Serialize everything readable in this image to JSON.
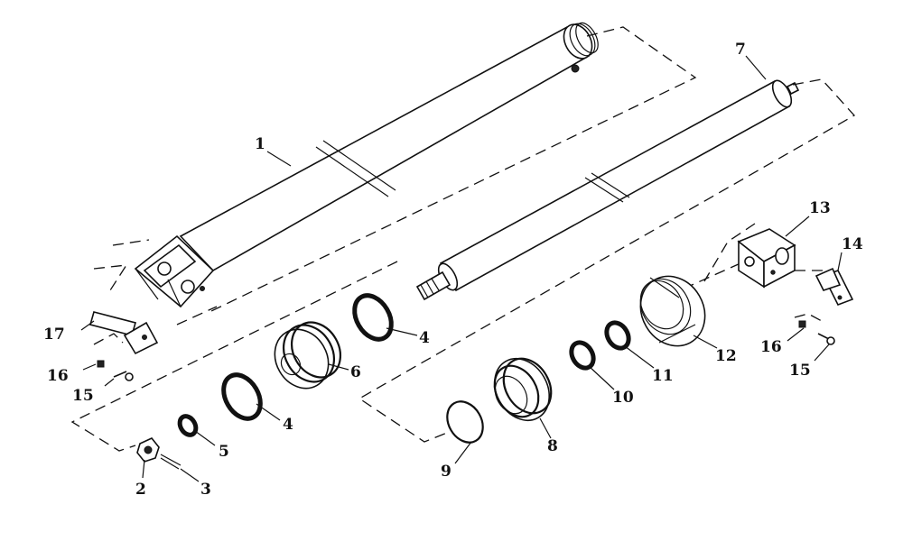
{
  "diagram": {
    "callouts": [
      {
        "id": "p1",
        "label": "1"
      },
      {
        "id": "p2",
        "label": "2"
      },
      {
        "id": "p3",
        "label": "3"
      },
      {
        "id": "p4a",
        "label": "4"
      },
      {
        "id": "p4b",
        "label": "4"
      },
      {
        "id": "p5",
        "label": "5"
      },
      {
        "id": "p6",
        "label": "6"
      },
      {
        "id": "p7",
        "label": "7"
      },
      {
        "id": "p8",
        "label": "8"
      },
      {
        "id": "p9",
        "label": "9"
      },
      {
        "id": "p10",
        "label": "10"
      },
      {
        "id": "p11",
        "label": "11"
      },
      {
        "id": "p12",
        "label": "12"
      },
      {
        "id": "p13",
        "label": "13"
      },
      {
        "id": "p14",
        "label": "14"
      },
      {
        "id": "p15a",
        "label": "15"
      },
      {
        "id": "p15b",
        "label": "15"
      },
      {
        "id": "p16a",
        "label": "16"
      },
      {
        "id": "p16b",
        "label": "16"
      },
      {
        "id": "p17",
        "label": "17"
      }
    ]
  }
}
